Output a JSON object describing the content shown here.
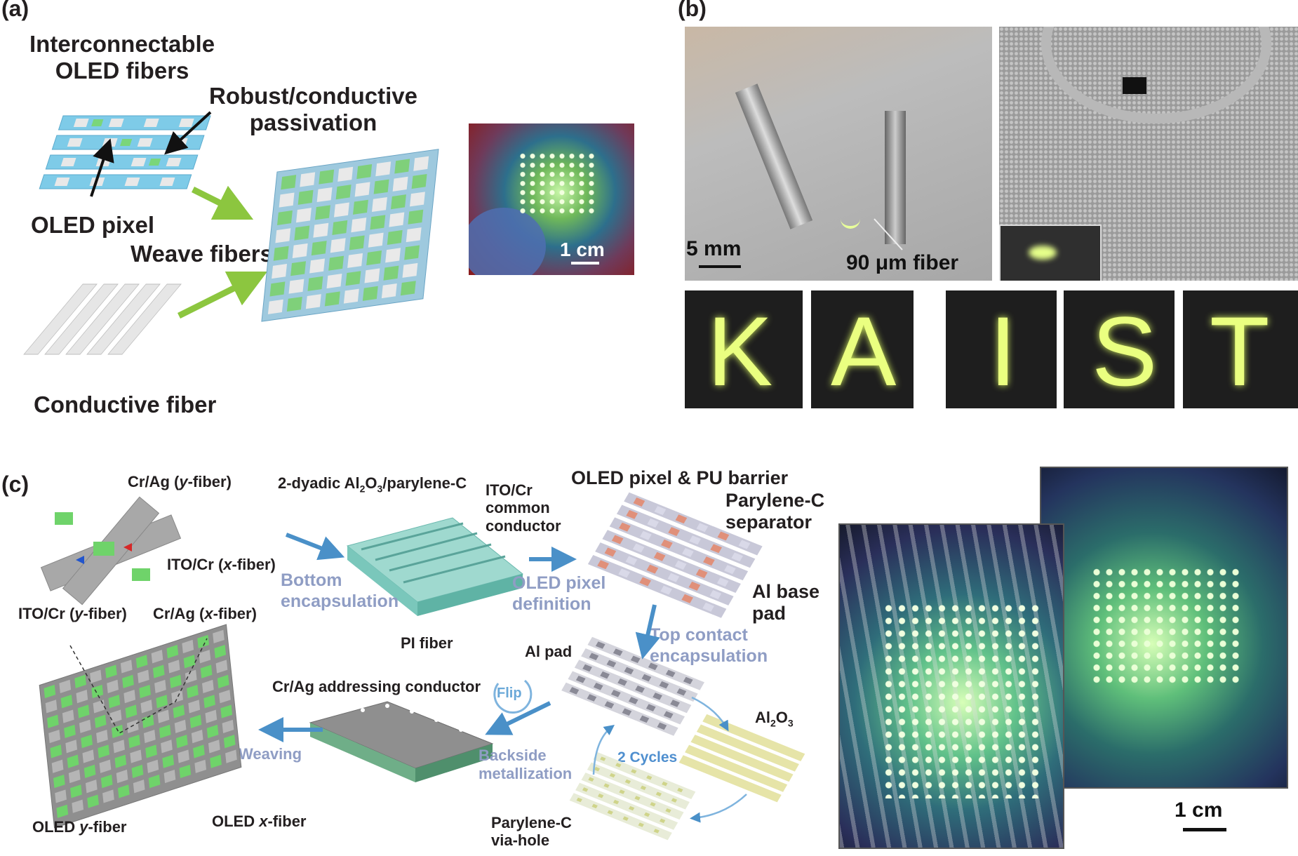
{
  "panel_a": {
    "letter": "(a)",
    "interconnectable": [
      "Interconnectable",
      "OLED fibers"
    ],
    "robust": [
      "Robust/conductive",
      "passivation"
    ],
    "oled_pixel": "OLED pixel",
    "weave_fibers": "Weave fibers",
    "conductive_fiber": "Conductive fiber",
    "photo_scale": "1 cm"
  },
  "panel_b": {
    "letter": "(b)",
    "scale": "5 mm",
    "fiber_label": "90 μm fiber",
    "letters": [
      "K",
      "A",
      "I",
      "S",
      "T"
    ]
  },
  "panel_c": {
    "letter": "(c)",
    "cr_ag_y": [
      "Cr/Ag (",
      "y",
      "-fiber)"
    ],
    "ito_cr_x": [
      "ITO/Cr (",
      "x",
      "-fiber)"
    ],
    "ito_cr_y": [
      "ITO/Cr (",
      "y",
      "-fiber)"
    ],
    "cr_ag_x": [
      "Cr/Ag (",
      "x",
      "-fiber)"
    ],
    "dyadic": [
      "2-dyadic Al",
      "2",
      "O",
      "3",
      "/parylene-C"
    ],
    "ito_common": [
      "ITO/Cr",
      "common",
      "conductor"
    ],
    "bottom_encap": [
      "Bottom",
      "encapsulation"
    ],
    "pi_fiber": "PI fiber",
    "oled_pu": "OLED pixel & PU barrier",
    "parylene_sep": [
      "Parylene-C",
      "separator"
    ],
    "oled_def": [
      "OLED pixel",
      "definition"
    ],
    "al_base": [
      "Al base",
      "pad"
    ],
    "top_contact": [
      "Top contact",
      "encapsulation"
    ],
    "al_pad": "Al pad",
    "cr_ag_addr": "Cr/Ag addressing conductor",
    "flip": "Flip",
    "al2o3": [
      "Al",
      "2",
      "O",
      "3"
    ],
    "weaving": "Weaving",
    "backside": [
      "Backside",
      "metallization"
    ],
    "cycles": "2 Cycles",
    "oled_y": [
      "OLED ",
      "y",
      "-fiber"
    ],
    "oled_x": [
      "OLED ",
      "x",
      "-fiber"
    ],
    "parylene_via": [
      "Parylene-C",
      "via-hole"
    ],
    "photo_scale": "1 cm"
  },
  "colors": {
    "arrow_green": "#8cc63f",
    "arrow_blue": "#4a90c8",
    "step_text": "#8f9dc4",
    "oled_green": "#6fd36a",
    "fiber_gray": "#a8a8a8"
  }
}
